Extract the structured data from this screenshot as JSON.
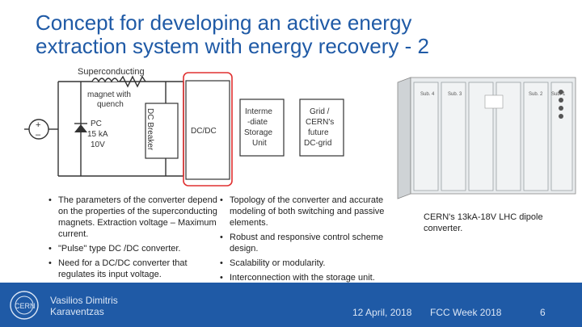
{
  "slide": {
    "title_line1": "Concept for developing an active energy",
    "title_line2": "extraction system with energy recovery - 2"
  },
  "diagram": {
    "superconducting_label": "Superconducting",
    "magnet_label_line1": "magnet with",
    "magnet_label_line2": "quench",
    "pc_line1": "PC",
    "pc_line2": "15 kA",
    "pc_line3": "10V",
    "dc_breaker_label": "DC Breaker",
    "dcdc_label": "DC/DC",
    "intermediate_line1": "Interme",
    "intermediate_line2": "-diate",
    "intermediate_line3": "Storage",
    "intermediate_line4": "Unit",
    "grid_line1": "Grid /",
    "grid_line2": "CERN's",
    "grid_line3": "future",
    "grid_line4": "DC-grid",
    "plus_sign": "+",
    "minus_sign": "–"
  },
  "bullets_left": [
    "The parameters of the converter depend on the properties of the superconducting magnets. Extraction voltage – Maximum current.",
    "\"Pulse\" type DC /DC converter.",
    "Need for a DC/DC converter that regulates its input voltage."
  ],
  "bullets_right": [
    "Topology of the converter and accurate modeling of both switching and passive elements.",
    "Robust and responsive control scheme design.",
    "Scalability or modularity.",
    "Interconnection with the storage unit."
  ],
  "photo": {
    "caption": "CERN's 13kA-18V LHC dipole converter.",
    "cabinet_labels": [
      "Sub. 4",
      "Sub. 3",
      "Sub. 2",
      "Sub. 1"
    ]
  },
  "footer": {
    "author": "Vasilios Dimitris\nKaraventzas",
    "date": "12 April, 2018",
    "event": "FCC Week 2018",
    "page_number": "6",
    "logo_text": "CERN"
  },
  "colors": {
    "title": "#1f5aa6",
    "footer_bg": "#1f5aa6",
    "highlight": "#e03030",
    "circuit": "#333333"
  }
}
